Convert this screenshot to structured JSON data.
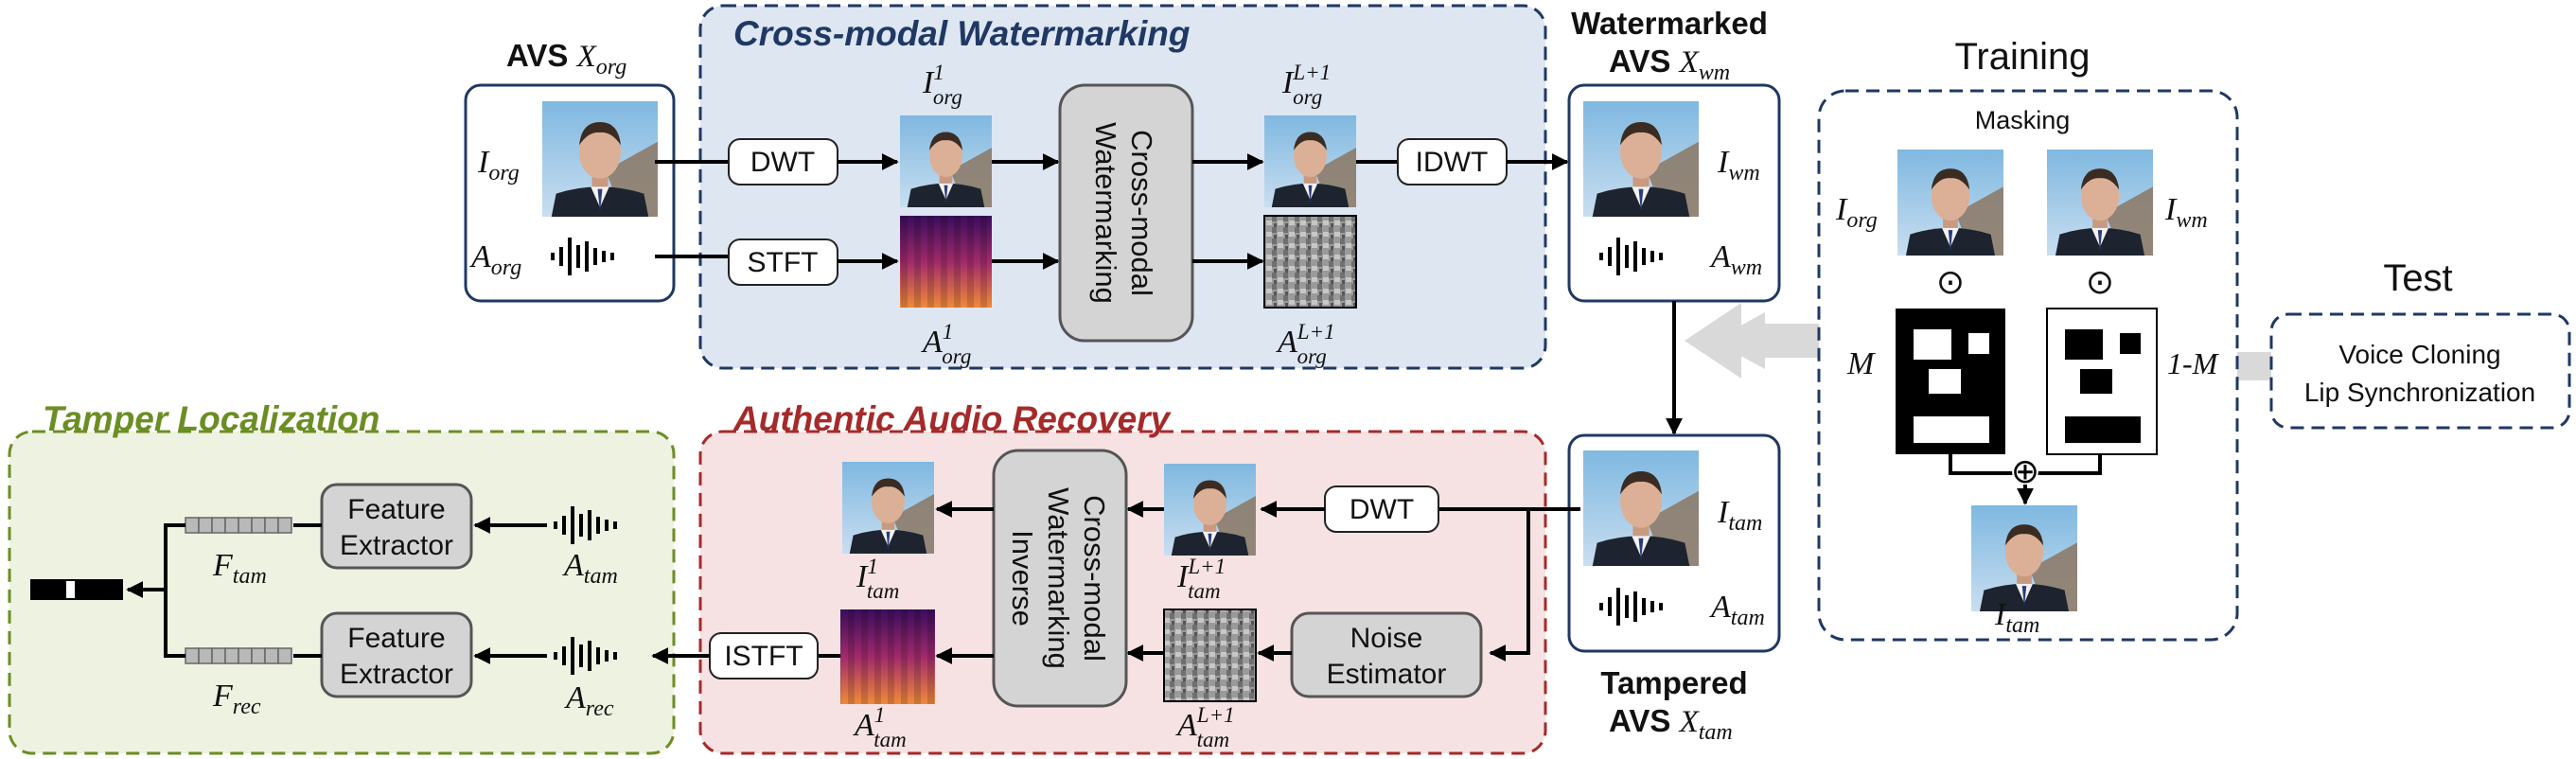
{
  "sections": {
    "watermarking": {
      "title": "Cross-modal Watermarking",
      "color": "#1f3864",
      "bg": "#dde6f1"
    },
    "recovery": {
      "title": "Authentic Audio Recovery",
      "color": "#a52a2a",
      "bg": "#f6e2e2"
    },
    "localization": {
      "title": "Tamper Localization",
      "color": "#6b8e23",
      "bg": "#eef2e1"
    }
  },
  "avs_org": {
    "title": "AVS",
    "var": "X",
    "sub": "org",
    "image_label": "I",
    "image_sub": "org",
    "audio_label": "A",
    "audio_sub": "org"
  },
  "watermarked": {
    "title_line1": "Watermarked",
    "title_line2": "AVS",
    "var": "X",
    "sub": "wm",
    "image_label": "I",
    "image_sub": "wm",
    "audio_label": "A",
    "audio_sub": "wm"
  },
  "tampered": {
    "title_line1": "Tampered",
    "title_line2": "AVS",
    "var": "X",
    "sub": "tam",
    "image_label": "I",
    "image_sub": "tam",
    "audio_label": "A",
    "audio_sub": "tam"
  },
  "blocks": {
    "dwt": "DWT",
    "stft": "STFT",
    "idwt": "IDWT",
    "cmw_line1": "Cross-modal",
    "cmw_line2": "Watermarking",
    "dwt2": "DWT",
    "istft": "ISTFT",
    "inv_line1": "Cross-modal",
    "inv_line2": "Watermarking",
    "inv_line3": "Inverse",
    "noise_line1": "Noise",
    "noise_line2": "Estimator",
    "fe1_line1": "Feature",
    "fe1_line2": "Extractor",
    "fe2_line1": "Feature",
    "fe2_line2": "Extractor"
  },
  "wm_labels": {
    "i1": "I",
    "i1_sub": "org",
    "i1_sup": "1",
    "a1": "A",
    "a1_sub": "org",
    "a1_sup": "1",
    "il": "I",
    "il_sub": "org",
    "il_sup": "L+1",
    "al": "A",
    "al_sub": "org",
    "al_sup": "L+1"
  },
  "rec_labels": {
    "i1": "I",
    "i1_sub": "tam",
    "i1_sup": "1",
    "il": "I",
    "il_sub": "tam",
    "il_sup": "L+1",
    "a1": "A",
    "a1_sub": "tam",
    "a1_sup": "1",
    "al": "A",
    "al_sub": "tam",
    "al_sup": "L+1"
  },
  "loc_labels": {
    "f_tam": "F",
    "f_tam_sub": "tam",
    "f_rec": "F",
    "f_rec_sub": "rec",
    "a_tam": "A",
    "a_tam_sub": "tam",
    "a_rec": "A",
    "a_rec_sub": "rec"
  },
  "training": {
    "title": "Training",
    "masking": "Masking",
    "i_org": "I",
    "i_org_sub": "org",
    "i_wm": "I",
    "i_wm_sub": "wm",
    "i_tam": "I",
    "i_tam_sub": "tam",
    "m": "M",
    "one_minus_m": "1-M",
    "odot": "⊙",
    "oplus": "⊕"
  },
  "test": {
    "title": "Test",
    "line1": "Voice Cloning",
    "line2": "Lip Synchronization"
  }
}
